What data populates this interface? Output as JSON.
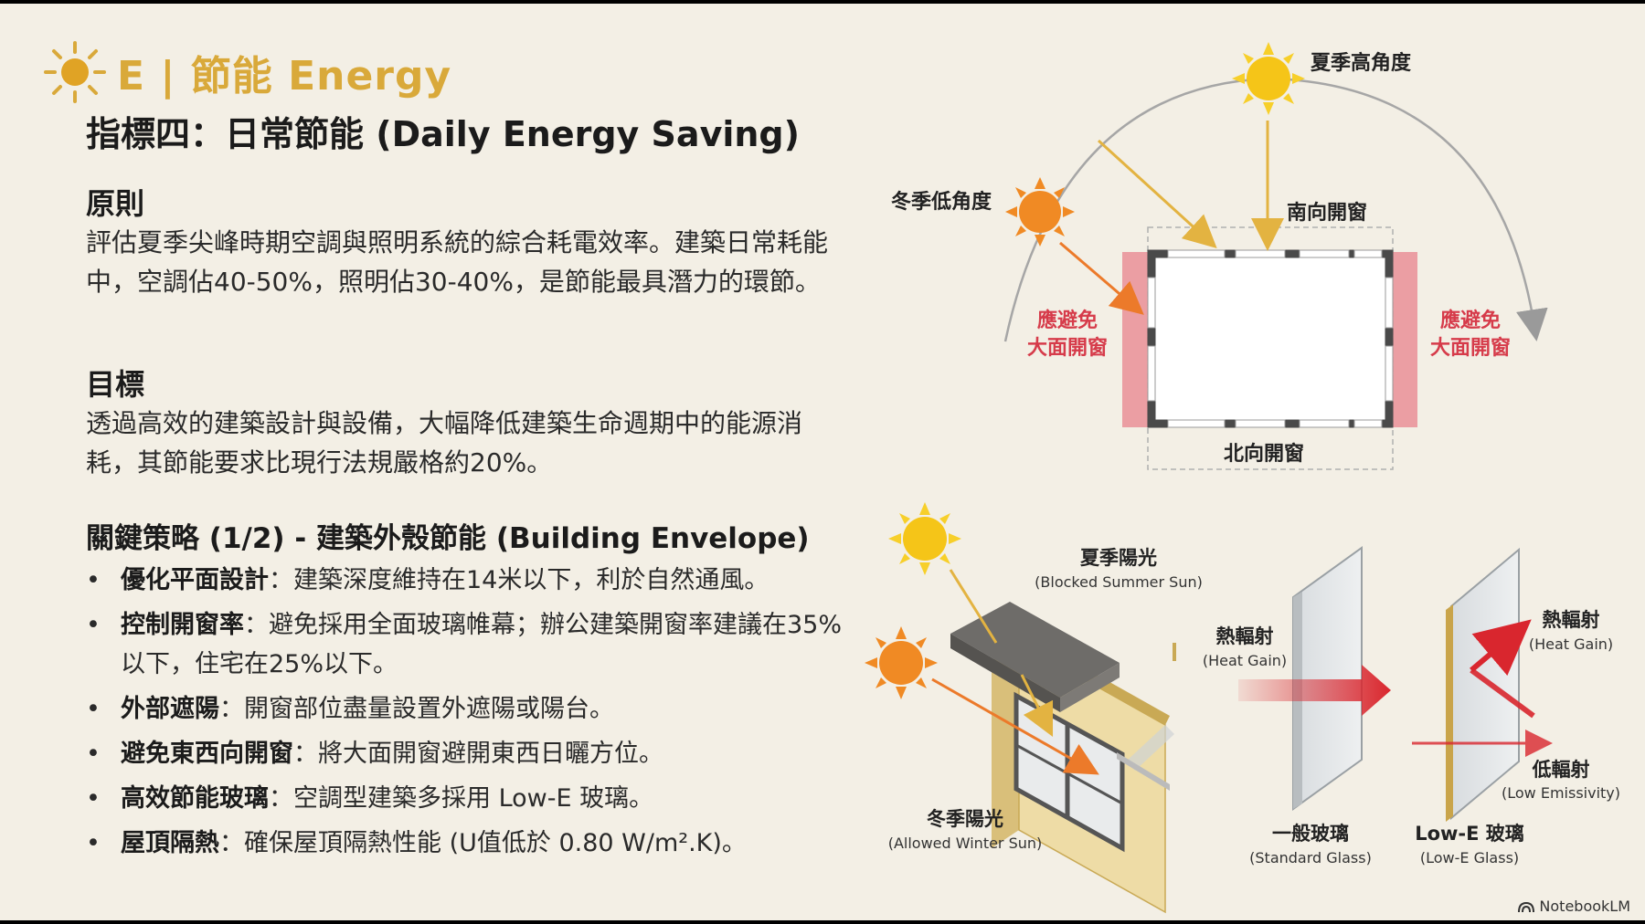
{
  "brand": {
    "text": "E | 節能 Energy",
    "color": "#d9a93a"
  },
  "title": "指標四：日常節能 (Daily Energy Saving)",
  "principle": {
    "heading": "原則",
    "text": "評估夏季尖峰時期空調與照明系統的綜合耗電效率。建築日常耗能中，空調佔40-50%，照明佔30-40%，是節能最具潛力的環節。"
  },
  "goal": {
    "heading": "目標",
    "text": "透過高效的建築設計與設備，大幅降低建築生命週期中的能源消耗，其節能要求比現行法規嚴格約20%。"
  },
  "strategies": {
    "heading": "關鍵策略 (1/2) - 建築外殼節能 (Building Envelope)",
    "items": [
      {
        "term": "優化平面設計",
        "desc": "：建築深度維持在14米以下，利於自然通風。"
      },
      {
        "term": "控制開窗率",
        "desc": "：避免採用全面玻璃帷幕；辦公建築開窗率建議在35%以下，住宅在25%以下。"
      },
      {
        "term": "外部遮陽",
        "desc": "：開窗部位盡量設置外遮陽或陽台。"
      },
      {
        "term": "避免東西向開窗",
        "desc": "：將大面開窗避開東西日曬方位。"
      },
      {
        "term": "高效節能玻璃",
        "desc": "：空調型建築多採用 Low-E 玻璃。"
      },
      {
        "term": "屋頂隔熱",
        "desc": "：確保屋頂隔熱性能 (U值低於 0.80 W/m².K)。"
      }
    ]
  },
  "diagram_plan": {
    "summer_high": "夏季高角度",
    "winter_low": "冬季低角度",
    "south_window": "南向開窗",
    "north_window": "北向開窗",
    "avoid_left": [
      "應避免",
      "大面開窗"
    ],
    "avoid_right": [
      "應避免",
      "大面開窗"
    ]
  },
  "diagram_shading": {
    "summer_sun": "夏季陽光",
    "summer_sun_en": "(Blocked Summer Sun)",
    "winter_sun": "冬季陽光",
    "winter_sun_en": "(Allowed Winter Sun)"
  },
  "diagram_glass": {
    "heat_radiation": "熱輻射",
    "heat_gain_en": "(Heat Gain)",
    "heat_radiation_2": "熱輻射",
    "heat_gain_en_2": "(Heat Gain)",
    "low_emission": "低輻射",
    "low_emission_en": "(Low Emissivity)",
    "standard_glass": "一般玻璃",
    "standard_glass_en": "(Standard Glass)",
    "lowe_glass": "Low-E 玻璃",
    "lowe_glass_en": "(Low-E Glass)"
  },
  "colors": {
    "sun_yellow": "#f5c518",
    "sun_orange": "#f08a24",
    "red_zone": "#e9888f",
    "red_text": "#d63b4a",
    "arrow_red": "#d9262e"
  },
  "watermark": "NotebookLM"
}
